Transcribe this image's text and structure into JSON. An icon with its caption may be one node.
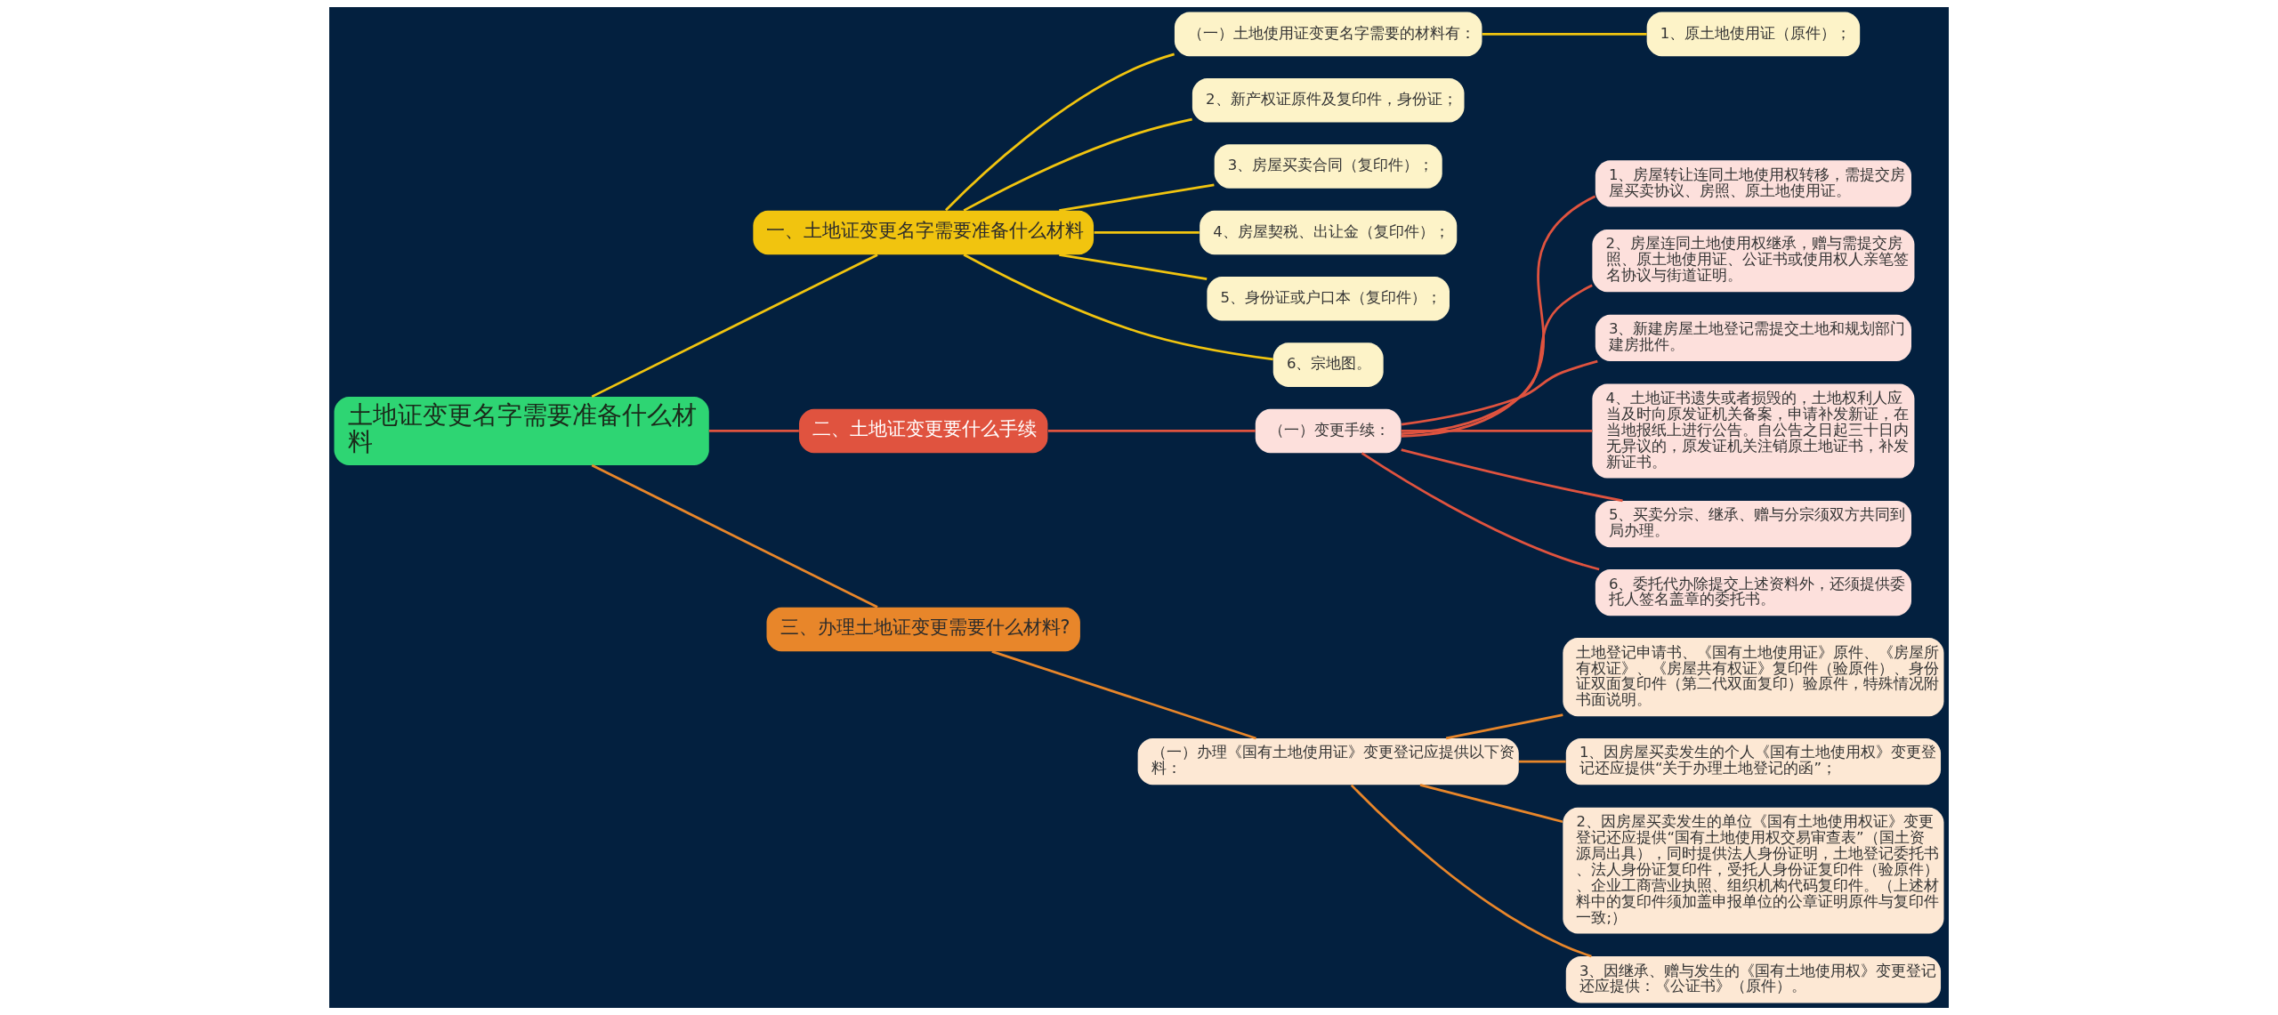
{
  "diagram": {
    "nodes": [
      {
        "text": [
          "土地证变更名字需要准备什么材料"
        ]
      },
      {
        "text": [
          "一、土地证变更名字需要准备什么材料"
        ]
      },
      {
        "text": [
          "（一）土地使用证变更名字需要的材料有："
        ]
      },
      {
        "text": [
          "1、原土地使用证（原件）；"
        ]
      },
      {
        "text": [
          "2、新产权证原件及复印件，身份证；"
        ]
      },
      {
        "text": [
          "3、房屋买卖合同（复印件）；"
        ]
      },
      {
        "text": [
          "4、房屋契税、出让金（复印件）；"
        ]
      },
      {
        "text": [
          "5、身份证或户口本（复印件）；"
        ]
      },
      {
        "text": [
          "6、宗地图。"
        ]
      },
      {
        "text": [
          "二、土地证变更要什么手续"
        ]
      },
      {
        "text": [
          "（一）变更手续："
        ]
      },
      {
        "text": [
          "1、房屋转让连同土地使用权转移，需提交房屋买卖协议、房照、原土地使用证。"
        ]
      },
      {
        "text": [
          "2、房屋连同土地使用权继承，赠与需提交房照、原土地使用证、公证书或使用权人亲笔签名协议与街道证明。"
        ]
      },
      {
        "text": [
          "3、新建房屋土地登记需提交土地和规划部门建房批件。"
        ]
      },
      {
        "text": [
          "4、土地证书遗失或者损毁的，土地权利人应当及时向原发证机关备案，申请补发新证，在当地报纸上进行公告。自公告之日起三十日内无异议的，原发证机关注销原土地证书，补发新证书。"
        ]
      },
      {
        "text": [
          "5、买卖分宗、继承、赠与分宗须双方共同到局办理。"
        ]
      },
      {
        "text": [
          "6、委托代办除提交上述资料外，还须提供委托人签名盖章的委托书。"
        ]
      },
      {
        "text": [
          "三、办理土地证变更需要什么材料?"
        ]
      },
      {
        "text": [
          "（一）办理《国有土地使用证》变更登记应提供以下资料："
        ]
      },
      {
        "text": [
          "土地登记申请书、《国有土地使用证》原件、《房屋所有权证》、《房屋共有权证》复印件（验原件）、身份证双面复印件（第二代双面复印）验原件，特殊情况附书面说明。"
        ]
      },
      {
        "text": [
          "1、因房屋买卖发生的个人《国有土地使用权》变更登记还应提供“关于办理土地登记的函”；"
        ]
      },
      {
        "text": [
          "2、因房屋买卖发生的单位《国有土地使用权证》变更登记还应提供“国有土地使用权交易审查表”（国土资源局出具），同时提供法人身份证明，土地登记委托书、法人身份证复印件，受托人身份证复印件（验原件）、企业工商营业执照、组织机构代码复印件。（上述材料中的复印件须加盖申报单位的公章证明原件与复印件一致;）"
        ]
      },
      {
        "text": [
          "3、因继承、赠与发生的《国有土地使用权》变更登记还应提供：《公证书》（原件）。"
        ]
      }
    ],
    "edges": [
      {
        "from": 0,
        "to": 1,
        "arrow": "none"
      },
      {
        "from": 1,
        "to": 2,
        "arrow": "none"
      },
      {
        "from": 2,
        "to": 3,
        "arrow": "none"
      },
      {
        "from": 1,
        "to": 4,
        "arrow": "none"
      },
      {
        "from": 1,
        "to": 5,
        "arrow": "none"
      },
      {
        "from": 1,
        "to": 6,
        "arrow": "none"
      },
      {
        "from": 1,
        "to": 7,
        "arrow": "none"
      },
      {
        "from": 1,
        "to": 8,
        "arrow": "none"
      },
      {
        "from": 0,
        "to": 9,
        "arrow": "none",
        "color": "#e0533f"
      },
      {
        "from": 9,
        "to": 10,
        "arrow": "none",
        "color": "#e0533f"
      },
      {
        "from": 10,
        "to": 11,
        "arrow": "none",
        "color": "#e0533f"
      },
      {
        "from": 10,
        "to": 12,
        "arrow": "none",
        "color": "#e0533f"
      },
      {
        "from": 10,
        "to": 13,
        "arrow": "none",
        "color": "#e0533f"
      },
      {
        "from": 10,
        "to": 14,
        "arrow": "none",
        "color": "#e0533f"
      },
      {
        "from": 10,
        "to": 15,
        "arrow": "none",
        "color": "#e0533f"
      },
      {
        "from": 10,
        "to": 16,
        "arrow": "none",
        "color": "#e0533f"
      },
      {
        "from": 0,
        "to": 17,
        "arrow": "none",
        "color": "#e8862a"
      },
      {
        "from": 17,
        "to": 18,
        "arrow": "none",
        "color": "#e8862a"
      },
      {
        "from": 18,
        "to": 19,
        "arrow": "none",
        "color": "#e8862a"
      },
      {
        "from": 18,
        "to": 20,
        "arrow": "none",
        "color": "#e8862a"
      },
      {
        "from": 18,
        "to": 21,
        "arrow": "none",
        "color": "#e8862a"
      },
      {
        "from": 18,
        "to": 22,
        "arrow": "none",
        "color": "#e8862a"
      }
    ]
  }
}
